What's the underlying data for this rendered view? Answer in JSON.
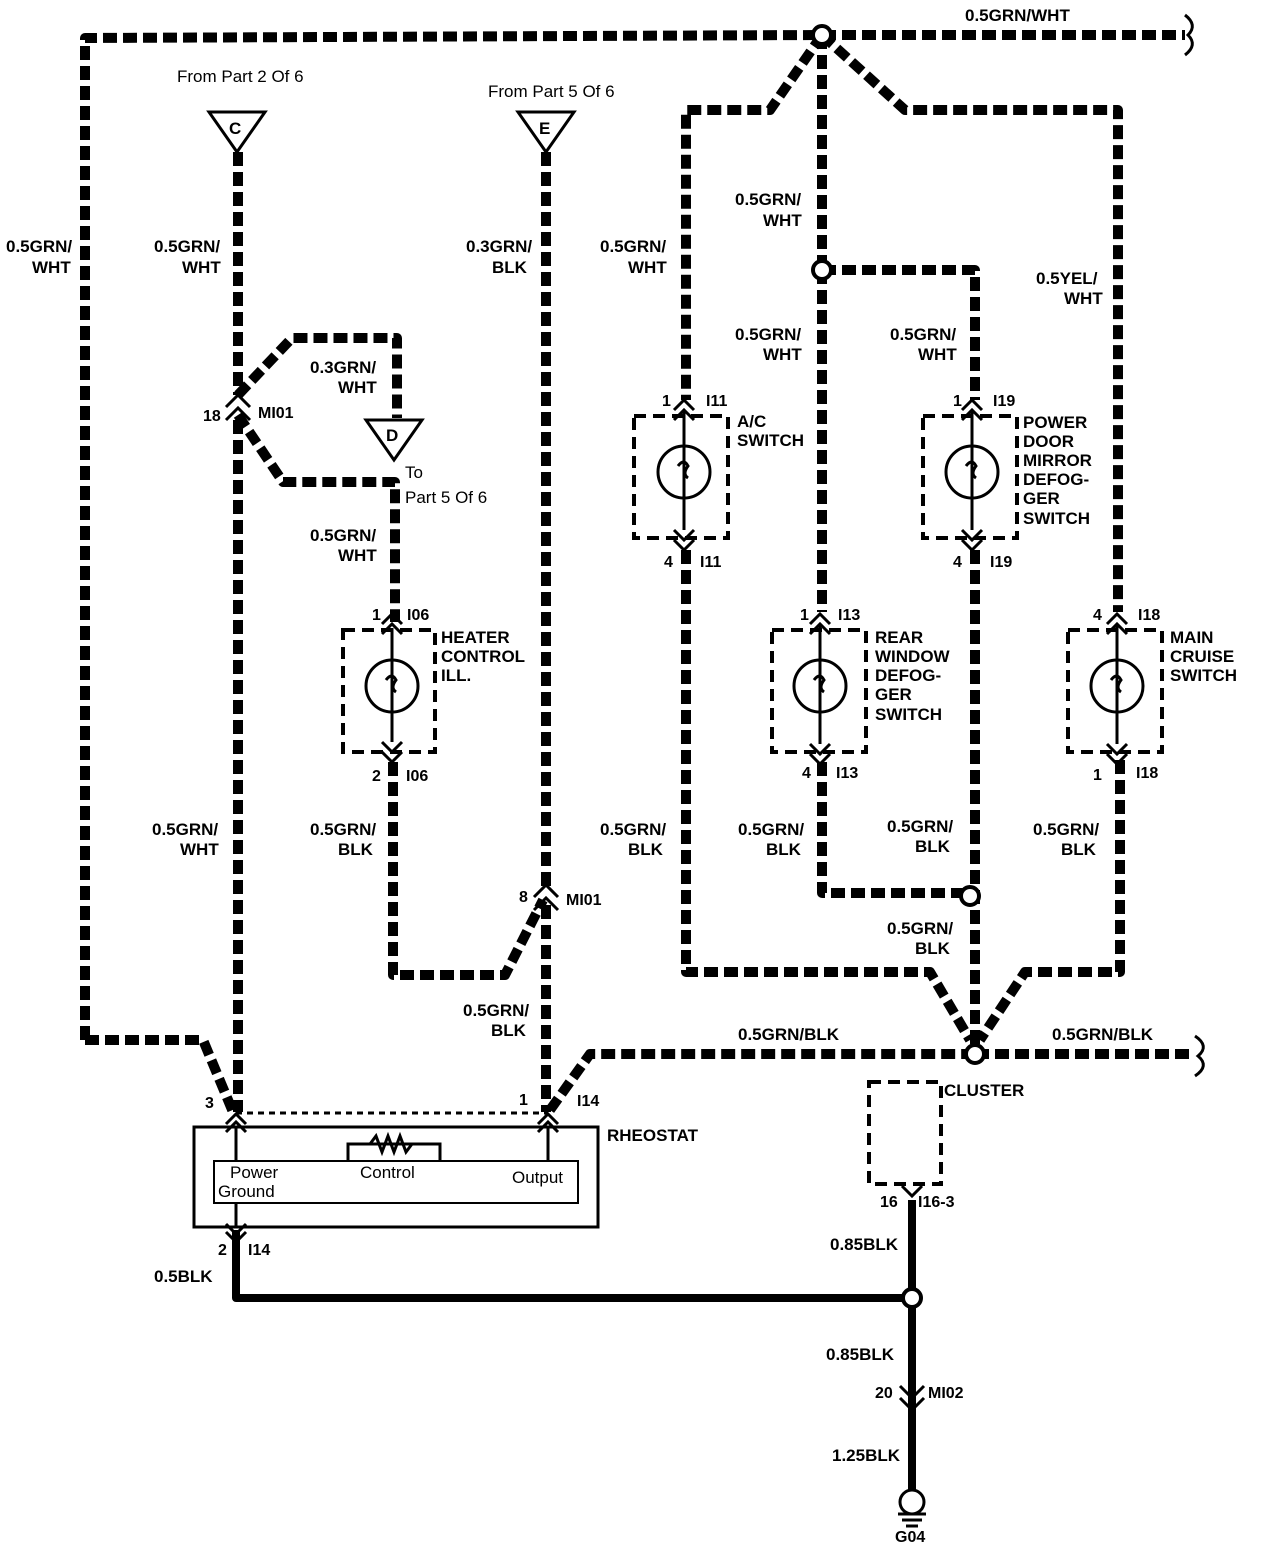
{
  "refs": {
    "from_c": "From Part 2 Of 6",
    "from_e": "From Part 5 Of 6",
    "to_d_1": "To",
    "to_d_2": "Part 5 Of 6",
    "c": "C",
    "e": "E",
    "d": "D"
  },
  "wires": {
    "top_right": "0.5GRN/WHT",
    "left_outer_1": "0.5GRN/",
    "left_outer_2": "WHT",
    "c_top_1": "0.5GRN/",
    "c_top_2": "WHT",
    "e_top_1": "0.3GRN/",
    "e_top_2": "BLK",
    "d_1": "0.3GRN/",
    "d_2": "WHT",
    "heater_in_1": "0.5GRN/",
    "heater_in_2": "WHT",
    "c_bottom_1": "0.5GRN/",
    "c_bottom_2": "WHT",
    "heater_out_1": "0.5GRN/",
    "heater_out_2": "BLK",
    "e_bottom_1": "0.5GRN/",
    "e_bottom_2": "BLK",
    "ac_in_1": "0.5GRN/",
    "ac_in_2": "WHT",
    "center_top_1": "0.5GRN/",
    "center_top_2": "WHT",
    "rear_in_1": "0.5GRN/",
    "rear_in_2": "WHT",
    "mirror_in_1": "0.5GRN/",
    "mirror_in_2": "WHT",
    "cruise_in_1": "0.5YEL/",
    "cruise_in_2": "WHT",
    "ac_out_1": "0.5GRN/",
    "ac_out_2": "BLK",
    "rear_out_1": "0.5GRN/",
    "rear_out_2": "BLK",
    "mirror_out_1": "0.5GRN/",
    "mirror_out_2": "BLK",
    "cruise_out_1": "0.5GRN/",
    "cruise_out_2": "BLK",
    "join_1": "0.5GRN/",
    "join_2": "BLK",
    "bottom_left": "0.5GRN/BLK",
    "bottom_right": "0.5GRN/BLK",
    "rheo_gnd": "0.5BLK",
    "cluster_gnd": "0.85BLK",
    "gnd_mid": "0.85BLK",
    "gnd_low": "1.25BLK"
  },
  "pins": {
    "c_18": "18",
    "c_mi01": "MI01",
    "h_1": "1",
    "h_i06_top": "I06",
    "h_2": "2",
    "h_i06_bot": "I06",
    "e_8": "8",
    "e_mi01": "MI01",
    "ac_1": "1",
    "ac_i11_top": "I11",
    "ac_4": "4",
    "ac_i11_bot": "I11",
    "rw_1": "1",
    "rw_i13_top": "I13",
    "rw_4": "4",
    "rw_i13_bot": "I13",
    "pm_1": "1",
    "pm_i19_top": "I19",
    "pm_4": "4",
    "pm_i19_bot": "I19",
    "mc_4": "4",
    "mc_i18_top": "I18",
    "mc_1": "1",
    "mc_i18_bot": "I18",
    "r_3": "3",
    "r_1": "1",
    "r_i14_top": "I14",
    "r_2": "2",
    "r_i14_bot": "I14",
    "cl_16": "16",
    "cl_i16": "I16-3",
    "g_20": "20",
    "g_mi02": "MI02",
    "ground": "G04"
  },
  "components": {
    "heater_1": "HEATER",
    "heater_2": "CONTROL",
    "heater_3": "ILL.",
    "ac_1": "A/C",
    "ac_2": "SWITCH",
    "rear_1": "REAR",
    "rear_2": "WINDOW",
    "rear_3": "DEFOG-",
    "rear_4": "GER",
    "rear_5": "SWITCH",
    "mirror_1": "POWER",
    "mirror_2": "DOOR",
    "mirror_3": "MIRROR",
    "mirror_4": "DEFOG-",
    "mirror_5": "GER",
    "mirror_6": "SWITCH",
    "cruise_1": "MAIN",
    "cruise_2": "CRUISE",
    "cruise_3": "SWITCH",
    "rheostat": "RHEOSTAT",
    "cluster": "CLUSTER",
    "rheo_power": "Power",
    "rheo_ground": "Ground",
    "rheo_control": "Control",
    "rheo_output": "Output"
  }
}
